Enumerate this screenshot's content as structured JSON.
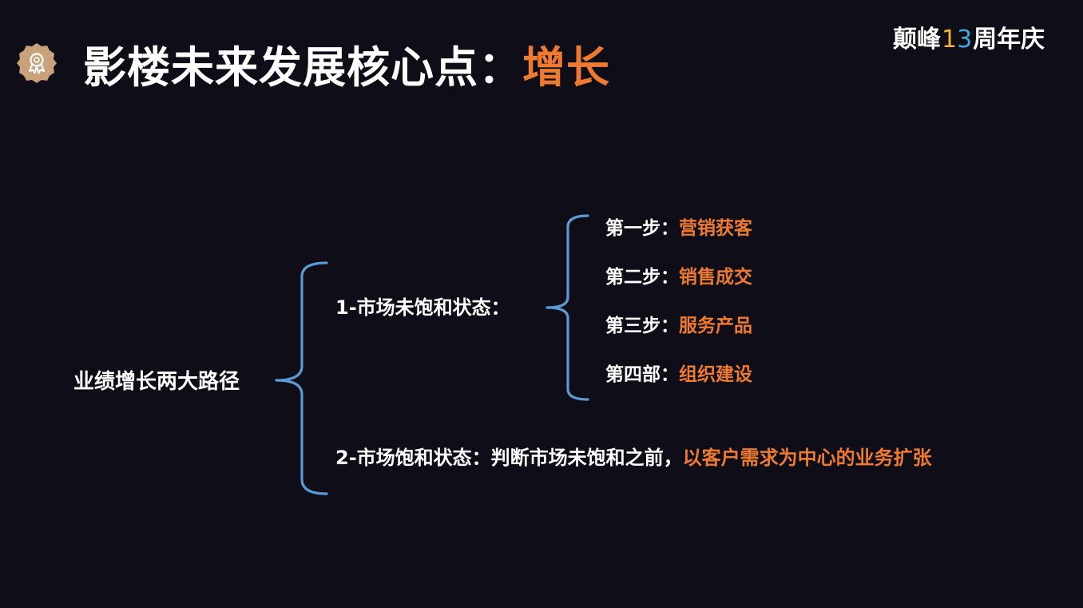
{
  "header": {
    "title_main": "影楼未来发展核心点：",
    "title_highlight": "增长",
    "badge_icon": "award-ribbon-icon"
  },
  "logo": {
    "text_left": "颠峰",
    "digit_1": "1",
    "digit_3": "3",
    "text_right": "周年庆"
  },
  "mindmap": {
    "root": "业绩增长两大路径",
    "branch1": {
      "label": "1-市场未饱和状态：",
      "steps": [
        {
          "label": "第一步：",
          "value": "营销获客"
        },
        {
          "label": "第二步：",
          "value": "销售成交"
        },
        {
          "label": "第三步：",
          "value": "服务产品"
        },
        {
          "label": "第四部：",
          "value": "组织建设"
        }
      ]
    },
    "branch2": {
      "label": "2-市场饱和状态：判断市场未饱和之前，",
      "highlight": "以客户需求为中心的业务扩张"
    }
  },
  "colors": {
    "background": "#0e0d18",
    "accent": "#ee7a31",
    "brace": "#5b9bd5",
    "badge": "#c8a27a"
  }
}
